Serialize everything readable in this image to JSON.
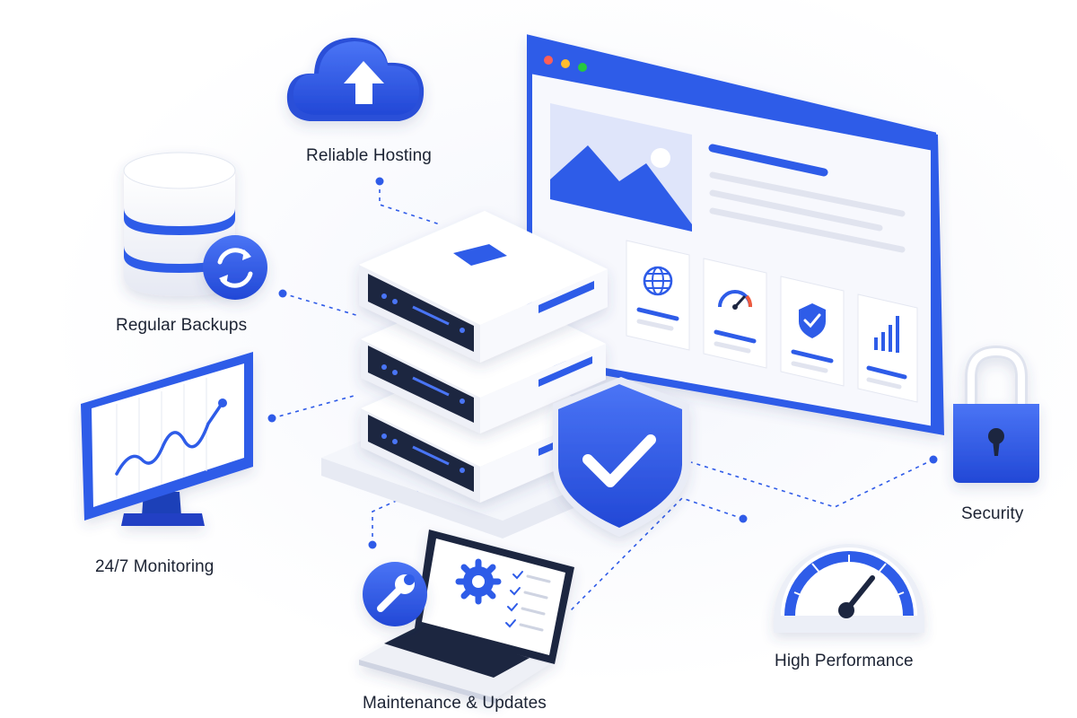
{
  "labels": {
    "reliable_hosting": "Reliable Hosting",
    "regular_backups": "Regular Backups",
    "monitoring": "24/7 Monitoring",
    "maintenance": "Maintenance & Updates",
    "high_performance": "High Performance",
    "security": "Security"
  },
  "colors": {
    "accent": "#2f5be8",
    "dark": "#1f2741",
    "panel": "#f1f3fa",
    "text": "#1c2333"
  },
  "icons": [
    "cloud-upload-icon",
    "database-icon",
    "sync-icon",
    "monitor-chart-icon",
    "server-rack-icon",
    "shield-check-icon",
    "browser-window-icon",
    "globe-icon",
    "speedometer-icon",
    "bar-chart-icon",
    "laptop-icon",
    "gear-icon",
    "checklist-icon",
    "wrench-icon",
    "gauge-icon",
    "padlock-icon"
  ]
}
